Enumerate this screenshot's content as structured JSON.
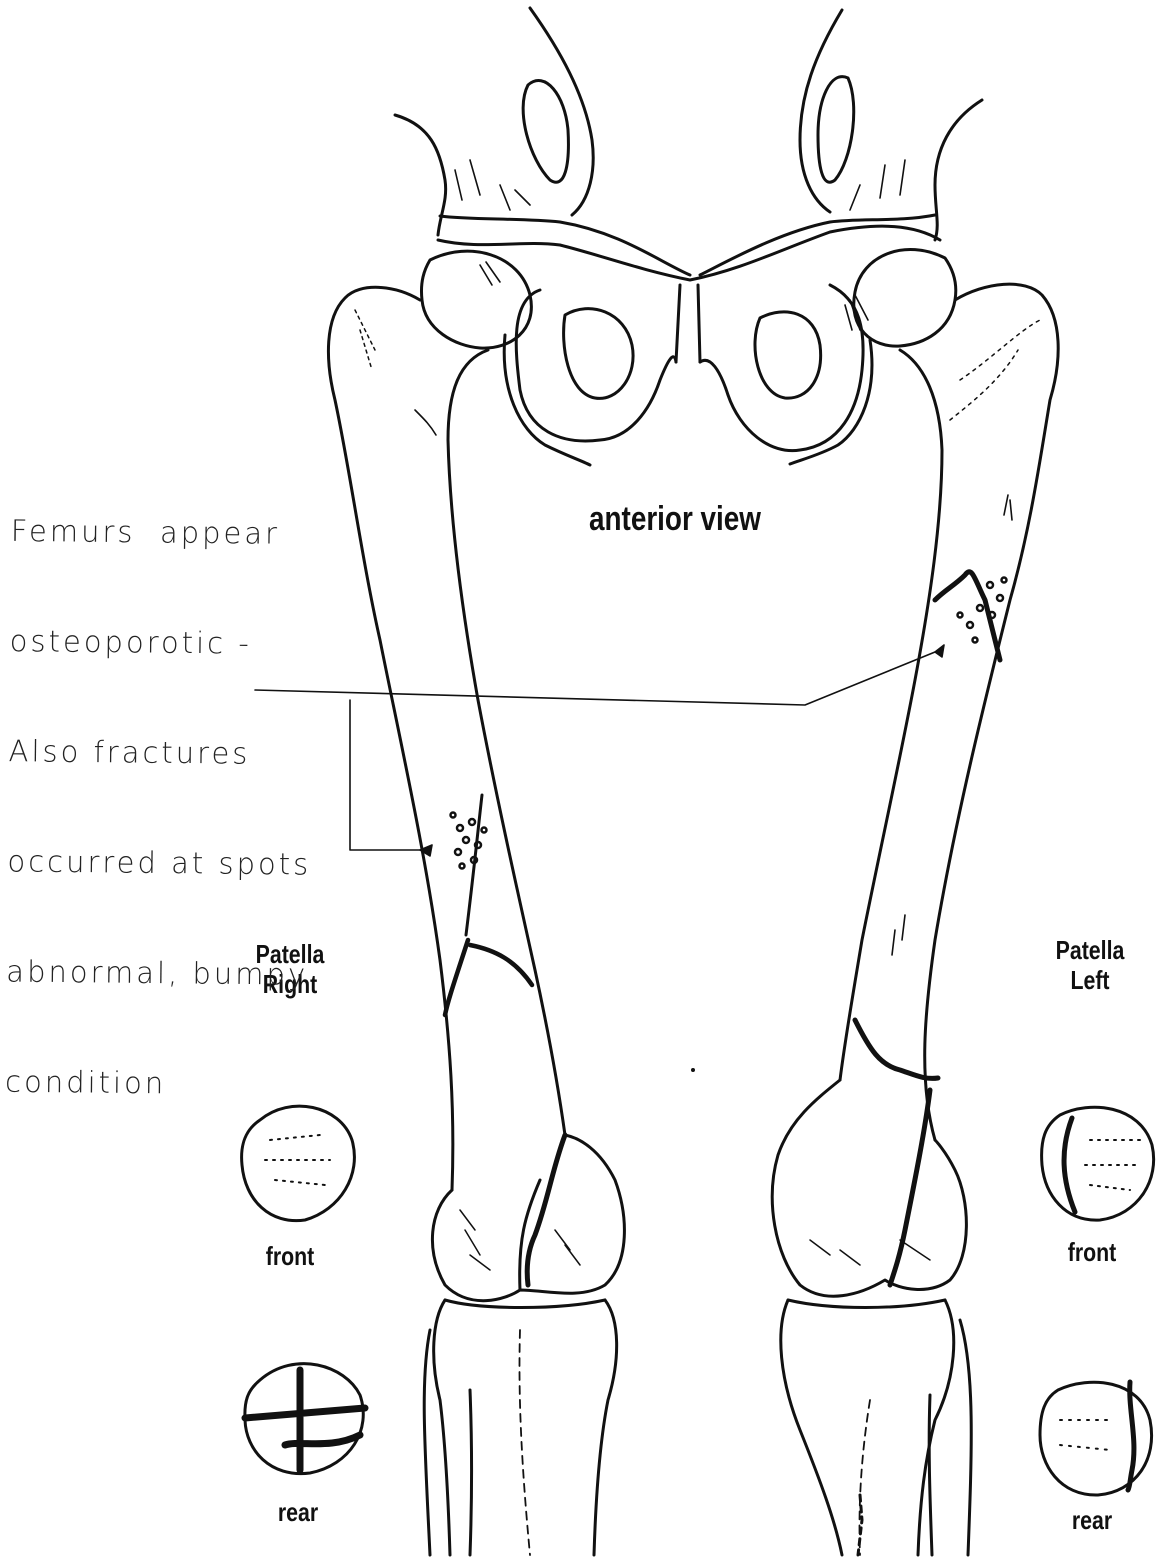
{
  "view_title": "anterior view",
  "patella_right": {
    "line1": "Patella",
    "line2": "Right",
    "front": "front",
    "rear": "rear"
  },
  "patella_left": {
    "line1": "Patella",
    "line2": "Left",
    "front": "front",
    "rear": "rear"
  },
  "annotation": [
    "Femurs  appear",
    "osteoporotic -",
    "Also fractures",
    "occurred at spots",
    "abnormal, bumpy",
    "condition"
  ],
  "colors": {
    "ink": "#111111",
    "paper": "#ffffff"
  }
}
